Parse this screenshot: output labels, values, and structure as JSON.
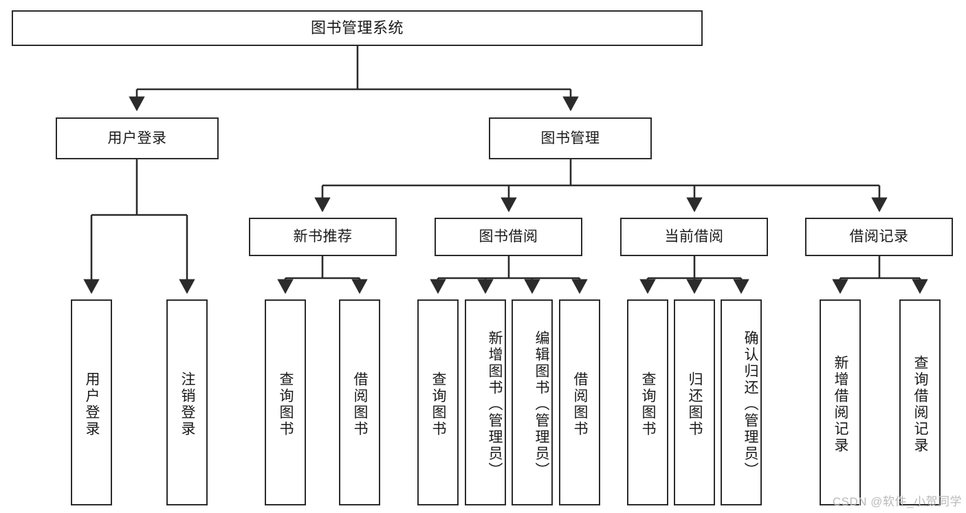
{
  "diagram": {
    "type": "tree-hierarchy-chart",
    "title_text": "图书管理系统",
    "colors": {
      "box_border": "#2b2b2b",
      "box_fill": "#ffffff",
      "line": "#2b2b2b",
      "text": "#1a1a1a",
      "watermark": "#b9b9b9",
      "background": "#ffffff"
    },
    "levels": {
      "root": {
        "label": "图书管理系统"
      },
      "level2": [
        {
          "label": "用户登录"
        },
        {
          "label": "图书管理"
        }
      ],
      "level3": [
        {
          "label": "新书推荐"
        },
        {
          "label": "图书借阅"
        },
        {
          "label": "当前借阅"
        },
        {
          "label": "借阅记录"
        }
      ],
      "leaves": {
        "user_login": [
          {
            "label": "用户登录"
          },
          {
            "label": "注销登录"
          }
        ],
        "new_book_recommend": [
          {
            "label": "查询图书"
          },
          {
            "label": "借阅图书"
          }
        ],
        "book_borrow": [
          {
            "label": "查询图书"
          },
          {
            "label": "新增图书（管理员）"
          },
          {
            "label": "编辑图书（管理员）"
          },
          {
            "label": "借阅图书"
          }
        ],
        "current_borrow": [
          {
            "label": "查询图书"
          },
          {
            "label": "归还图书"
          },
          {
            "label": "确认归还（管理员）"
          }
        ],
        "borrow_records": [
          {
            "label": "新增借阅记录"
          },
          {
            "label": "查询借阅记录"
          }
        ]
      }
    }
  },
  "watermark": {
    "text": "CSDN @软件_小贺同学"
  }
}
